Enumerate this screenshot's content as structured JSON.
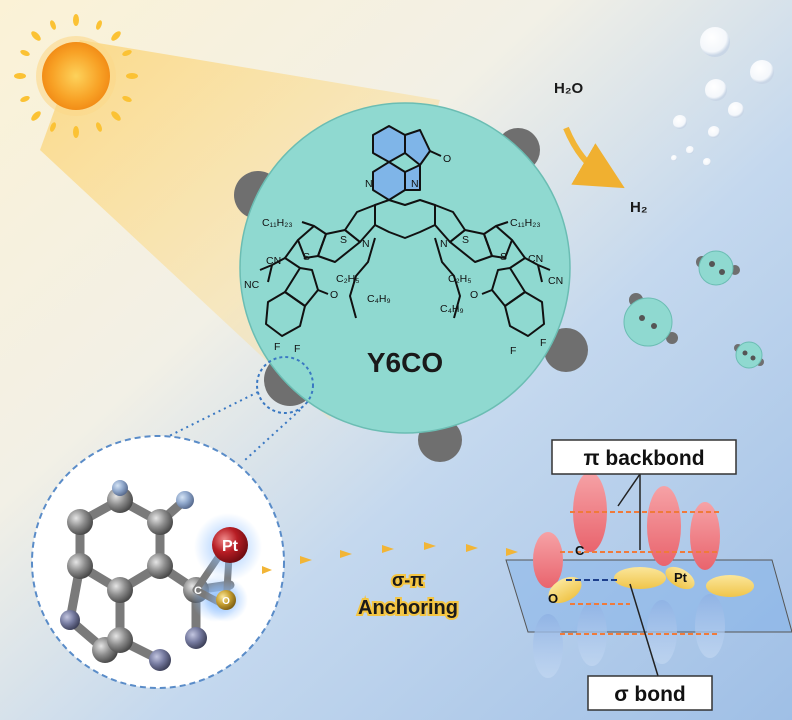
{
  "labels": {
    "water": "H₂O",
    "hydrogen": "H₂",
    "molecule_name": "Y6CO",
    "anchoring_line1": "σ-π",
    "anchoring_line2": "Anchoring",
    "pi_backbond": "π backbond",
    "sigma_bond": "σ bond",
    "atom_pt_zoom": "Pt",
    "atom_c_zoom": "C",
    "atom_o_zoom": "O",
    "atom_c_orbital": "C",
    "atom_o_orbital": "O",
    "atom_pt_orbital": "Pt"
  },
  "structure_labels": {
    "alkyl_left": "C₁₁H₂₃",
    "alkyl_right": "C₁₁H₂₃",
    "ethyl_left": "C₂H₅",
    "ethyl_right": "C₂H₅",
    "butyl_left": "C₄H₉",
    "butyl_right": "C₄H₉",
    "cn": "CN",
    "nc": "NC",
    "o": "O",
    "f": "F",
    "s": "S",
    "n": "N"
  },
  "colors": {
    "sun": "#f7a21b",
    "particle": "#8fd9d0",
    "arrow": "#f2b536",
    "pi_orbital": "#ef7f86",
    "pt_orbital": "#f4d25d",
    "blue_orbital": "#8fb6e6",
    "pt_atom": "#b41c25",
    "o_atom": "#c9a233",
    "background_blue": "#a6c3e6"
  }
}
